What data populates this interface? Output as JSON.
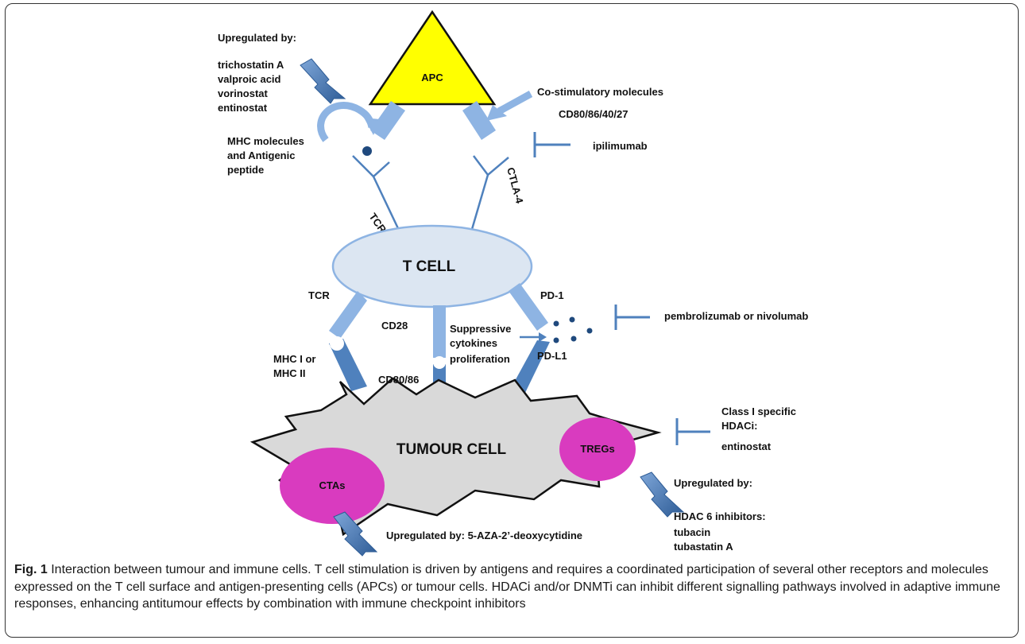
{
  "nodes": {
    "apc": "APC",
    "t_cell": "T CELL",
    "tumour_cell": "TUMOUR CELL",
    "ctas": "CTAs",
    "tregs": "TREGs"
  },
  "receptors": {
    "tcr_top": "TCR",
    "ctla4": "CTLA-4",
    "tcr_bottom": "TCR",
    "pd1": "PD-1",
    "cd28": "CD28",
    "cd80_86": "CD80/86",
    "pd_l1": "PD-L1"
  },
  "labels": {
    "upregulated_top": {
      "title": "Upregulated by:",
      "drugs": [
        "trichostatin A",
        "valproic acid",
        "vorinostat",
        "entinostat"
      ]
    },
    "mhc_peptide": [
      "MHC molecules",
      "and Antigenic",
      "peptide"
    ],
    "costim": [
      "Co-stimulatory molecules",
      "CD80/86/40/27"
    ],
    "ipilimumab": "ipilimumab",
    "pembro": "pembrolizumab or nivolumab",
    "suppressive": [
      "Suppressive",
      "cytokines",
      "proliferation"
    ],
    "mhc_class": [
      "MHC I or",
      "MHC II"
    ],
    "class_i_hdaci": [
      "Class I specific",
      "HDACi:",
      "entinostat"
    ],
    "upregulated_right": "Upregulated by:",
    "hdac6": [
      "HDAC 6 inhibitors:",
      "tubacin",
      "tubastatin A"
    ],
    "upregulated_bottom": "Upregulated by: 5-AZA-2’-deoxycytidine"
  },
  "caption": {
    "figure": "Fig. 1",
    "text": "Interaction between tumour and immune cells. T cell stimulation is driven by antigens and requires a coordinated participation of several other receptors and molecules expressed on the T cell surface and antigen-presenting cells (APCs) or tumour cells. HDACi and/or DNMTi can inhibit different signalling pathways involved in adaptive immune responses, enhancing antitumour effects by combination with immune checkpoint inhibitors"
  },
  "colors": {
    "apc_fill": "#ffff00",
    "t_cell_fill": "#dce6f2",
    "t_cell_stroke": "#8eb4e3",
    "tumour_fill": "#d9d9d9",
    "magenta": "#d93bbf",
    "receptor_light": "#8eb4e3",
    "receptor_dark": "#4f81bd"
  }
}
